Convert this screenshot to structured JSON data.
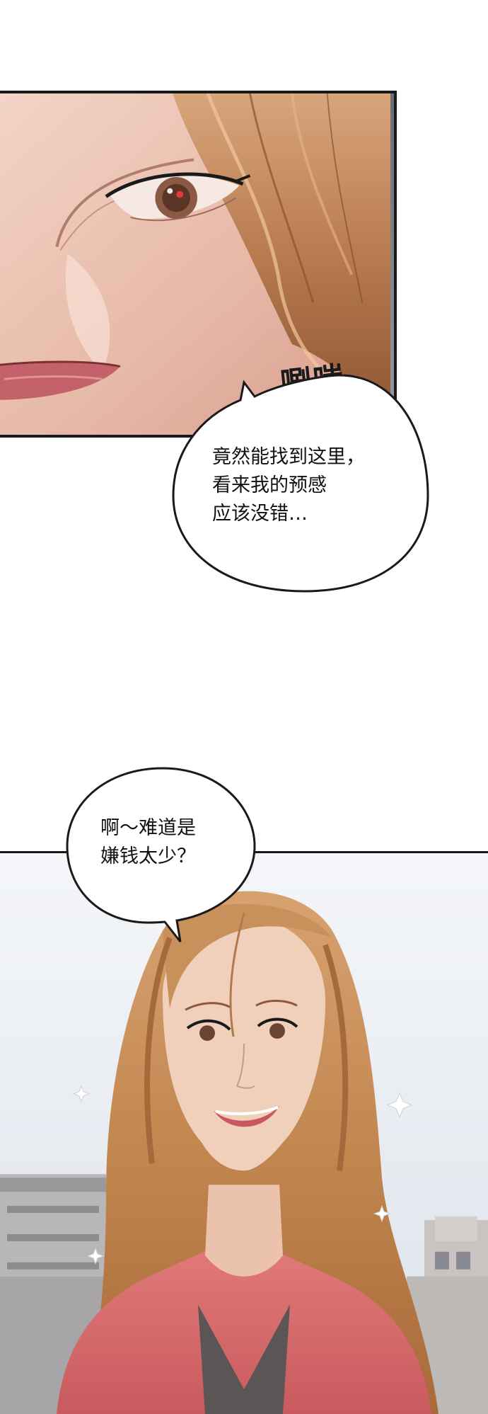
{
  "panels": [
    {
      "description_icon": "close-up-eye-icon"
    },
    {
      "description_icon": "smiling-woman-icon"
    }
  ],
  "sound_effect": "唰嗤",
  "bubbles": {
    "first": "竟然能找到这里，\n看来我的预感\n应该没错…",
    "second": "啊～难道是\n嫌钱太少？"
  },
  "colors": {
    "skin": "#e9bfa6",
    "hair": "#c98a5a",
    "shirt": "#d86a6c",
    "sky": "#e6e9ef",
    "ink": "#1a1a1a"
  }
}
